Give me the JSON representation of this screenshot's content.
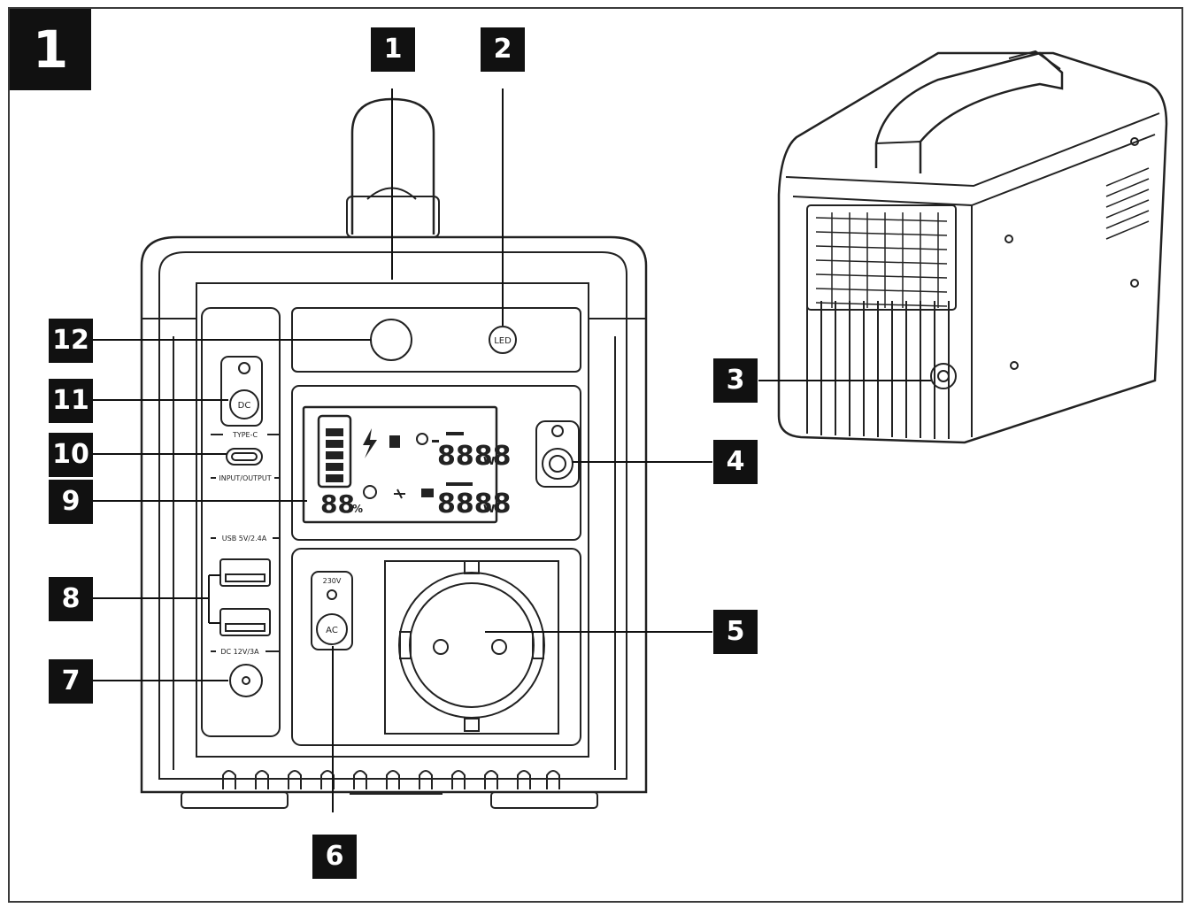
{
  "figure": {
    "number": "1"
  },
  "callouts": [
    "1",
    "2",
    "3",
    "4",
    "5",
    "6",
    "7",
    "8",
    "9",
    "10",
    "11",
    "12"
  ],
  "labels": {
    "led": "LED",
    "dc": "DC",
    "type_c": "TYPE-C",
    "input_output": "INPUT/OUTPUT",
    "usb": "USB 5V/2.4A",
    "dc_out": "DC 12V/3A",
    "ac_volt": "230V",
    "ac": "AC"
  },
  "display": {
    "big_digits": "8888",
    "big_unit": "W",
    "pct_digits": "88",
    "pct_unit": "%"
  },
  "colors": {
    "ink": "#222222",
    "label_bg": "#111111"
  }
}
